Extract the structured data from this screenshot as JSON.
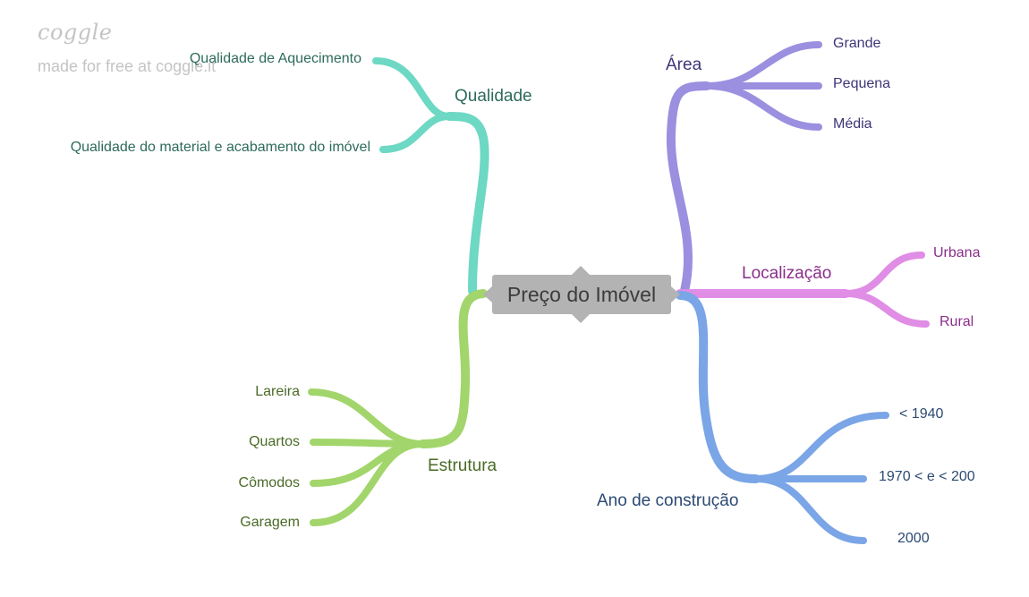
{
  "watermark": {
    "logo": "coggle",
    "text": "made for free at coggle.it"
  },
  "central": {
    "label": "Preço do Imóvel"
  },
  "colors": {
    "qualidade": "#6dd8c3",
    "qualidade_text": "#2e6b5c",
    "estrutura": "#a2d56b",
    "estrutura_text": "#4a6b26",
    "area": "#9b8fe0",
    "area_text": "#3d3579",
    "localizacao": "#e08de6",
    "localizacao_text": "#8a2e8a",
    "ano": "#7aa5e6",
    "ano_text": "#2d4a73",
    "central_box": "#b3b3b3"
  },
  "branches": {
    "qualidade": {
      "label": "Qualidade",
      "children": [
        "Qualidade de Aquecimento",
        "Qualidade do material e acabamento do imóvel"
      ]
    },
    "estrutura": {
      "label": "Estrutura",
      "children": [
        "Lareira",
        "Quartos",
        "Cômodos",
        "Garagem"
      ]
    },
    "area": {
      "label": "Área",
      "children": [
        "Grande",
        "Pequena",
        "Média"
      ]
    },
    "localizacao": {
      "label": "Localização",
      "children": [
        "Urbana",
        "Rural"
      ]
    },
    "ano": {
      "label": "Ano de construção",
      "children": [
        "< 1940",
        "1970 < e < 200",
        "2000"
      ]
    }
  }
}
